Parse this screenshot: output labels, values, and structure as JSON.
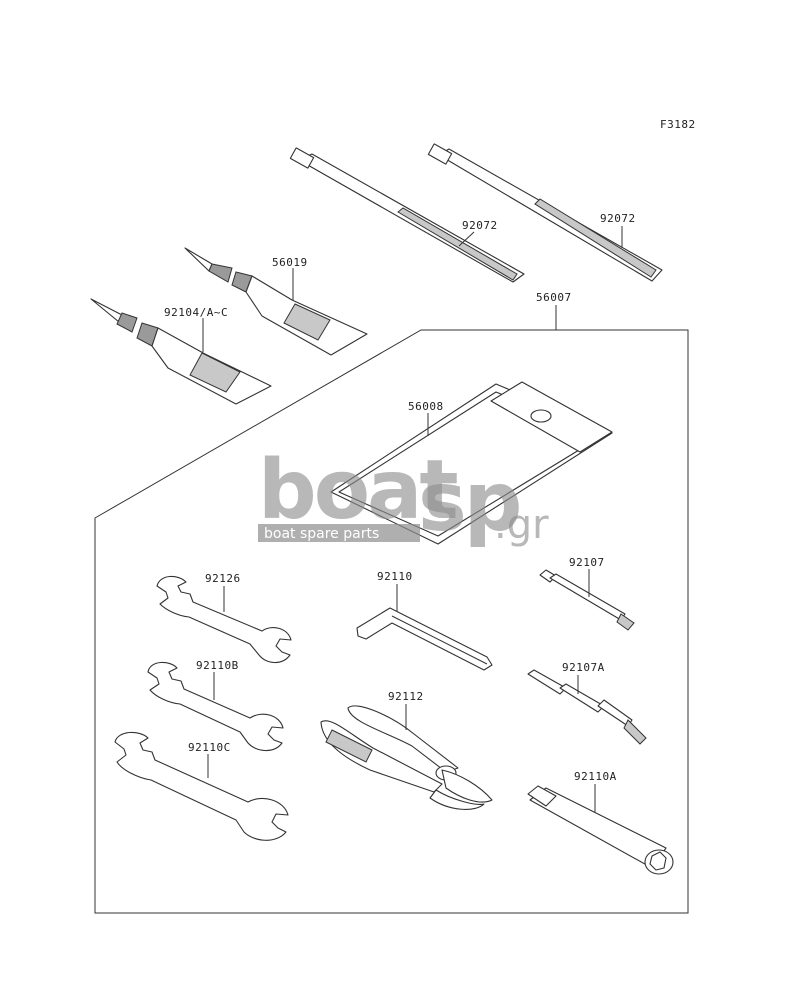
{
  "diagram": {
    "figure_code": "F3182",
    "watermark": {
      "brand_left": "boat",
      "brand_right": "sp",
      "brand_suffix": ".gr",
      "tagline": "boat spare parts"
    },
    "parts": [
      {
        "id": "cable-tie-a",
        "number": "92072"
      },
      {
        "id": "cable-tie-b",
        "number": "92072"
      },
      {
        "id": "tube-small",
        "number": "56019"
      },
      {
        "id": "tube-large",
        "number": "92104/A~C"
      },
      {
        "id": "tool-kit",
        "number": "56007"
      },
      {
        "id": "tool-bag",
        "number": "56008"
      },
      {
        "id": "wrench-top",
        "number": "92126"
      },
      {
        "id": "hex-key",
        "number": "92110"
      },
      {
        "id": "screwdriver-bit",
        "number": "92107"
      },
      {
        "id": "wrench-middle",
        "number": "92110B"
      },
      {
        "id": "pliers",
        "number": "92112"
      },
      {
        "id": "screwdriver-handle",
        "number": "92107A"
      },
      {
        "id": "wrench-bottom",
        "number": "92110C"
      },
      {
        "id": "box-spanner",
        "number": "92110A"
      }
    ]
  }
}
